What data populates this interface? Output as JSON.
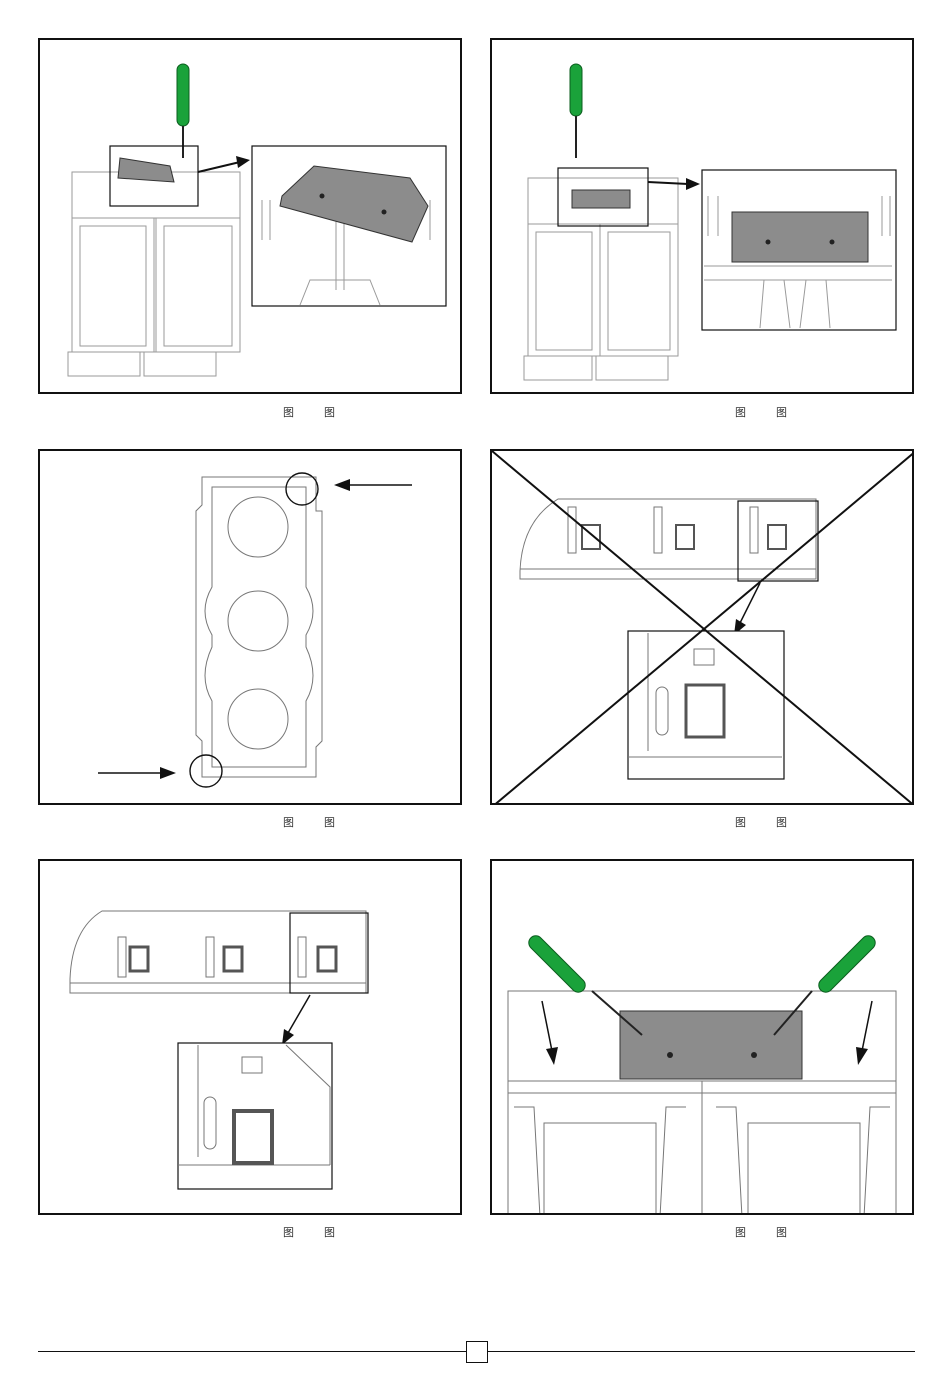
{
  "captions": [
    {
      "a": "图",
      "b": "图"
    },
    {
      "a": "图",
      "b": "图"
    },
    {
      "a": "图",
      "b": "图"
    },
    {
      "a": "图",
      "b": "图"
    },
    {
      "a": "图",
      "b": "图"
    },
    {
      "a": "图",
      "b": "图"
    }
  ],
  "colors": {
    "line": "#111111",
    "gray_part": "#8c8c8c",
    "screwdriver_green": "#1aa23a",
    "light_line": "#9a9a9a"
  },
  "icons": [
    "screwdriver-icon",
    "arrow-icon",
    "cross-out-icon"
  ]
}
